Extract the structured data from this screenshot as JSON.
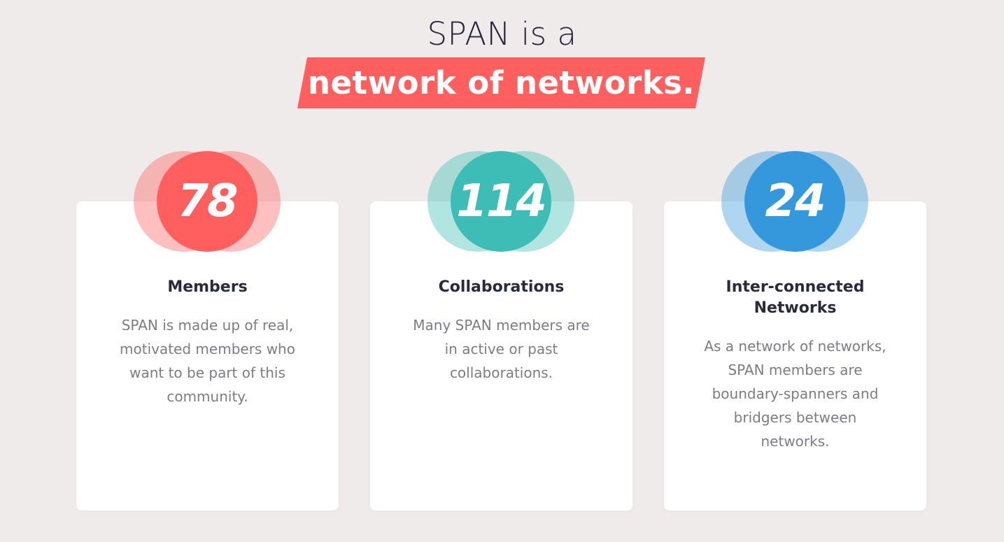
{
  "heading": {
    "line1": "SPAN is a",
    "line2": "network of networks."
  },
  "colors": {
    "background": "#efebea",
    "highlight": "#ff5f5f",
    "red": "#ff5f5f",
    "teal": "#3dbdb5",
    "blue": "#3598dc"
  },
  "stats": [
    {
      "value": "78",
      "title": "Members",
      "description": "SPAN is made up of real, motivated members who want to be part of this community."
    },
    {
      "value": "114",
      "title": "Collaborations",
      "description": "Many SPAN members are in active or past collaborations."
    },
    {
      "value": "24",
      "title": "Inter-connected Networks",
      "description": "As a network of networks, SPAN members are boundary-spanners and bridgers between networks."
    }
  ]
}
